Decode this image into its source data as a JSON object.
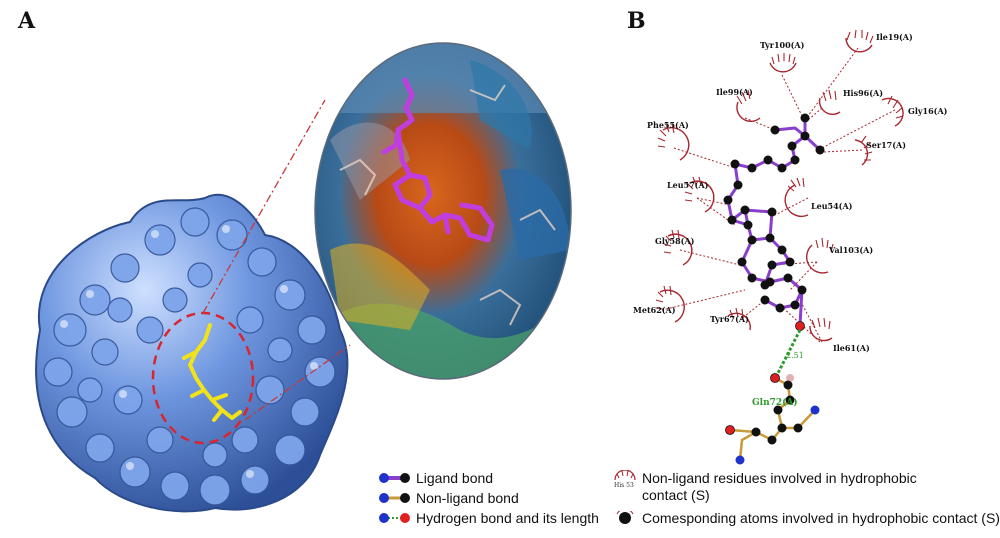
{
  "panels": {
    "a_label": "A",
    "b_label": "B"
  },
  "residues": {
    "ile19": "Ile19(A)",
    "tyr100": "Tyr100(A)",
    "ile99": "Ile99(A)",
    "his96": "His96(A)",
    "gly16": "Gly16(A)",
    "phe55": "Phe55(A)",
    "ser17": "Ser17(A)",
    "leu57": "Leu57(A)",
    "leu54": "Leu54(A)",
    "gly58": "Gly58(A)",
    "val103": "Val103(A)",
    "met62": "Met62(A)",
    "tyr67": "Tyr67(A)",
    "ile61": "Ile61(A)",
    "gln72": "Gln72(A)"
  },
  "hbond_length": "2.51",
  "legend": {
    "ligand_bond": "Ligand bond",
    "nonligand_bond": "Non-ligand bond",
    "hydrogen_bond": "Hydrogen bond and its length",
    "his_example": "His 53",
    "nonligand_residues_line1": "Non-ligand residues involved in hydrophobic",
    "nonligand_residues_line2": "contact (S)",
    "corresponding_atoms": "Comesponding atoms involved in hydrophobic contact (S)"
  },
  "colors": {
    "protein_surface": "#5b86d6",
    "ligand_a": "#f2e21a",
    "ligand_b": "#c03ee0",
    "pocket_circle": "#d8262e",
    "hydrophobic": "#a8262e",
    "hbond": "#2e9a2e",
    "nonligand_bond": "#c89a3a"
  }
}
